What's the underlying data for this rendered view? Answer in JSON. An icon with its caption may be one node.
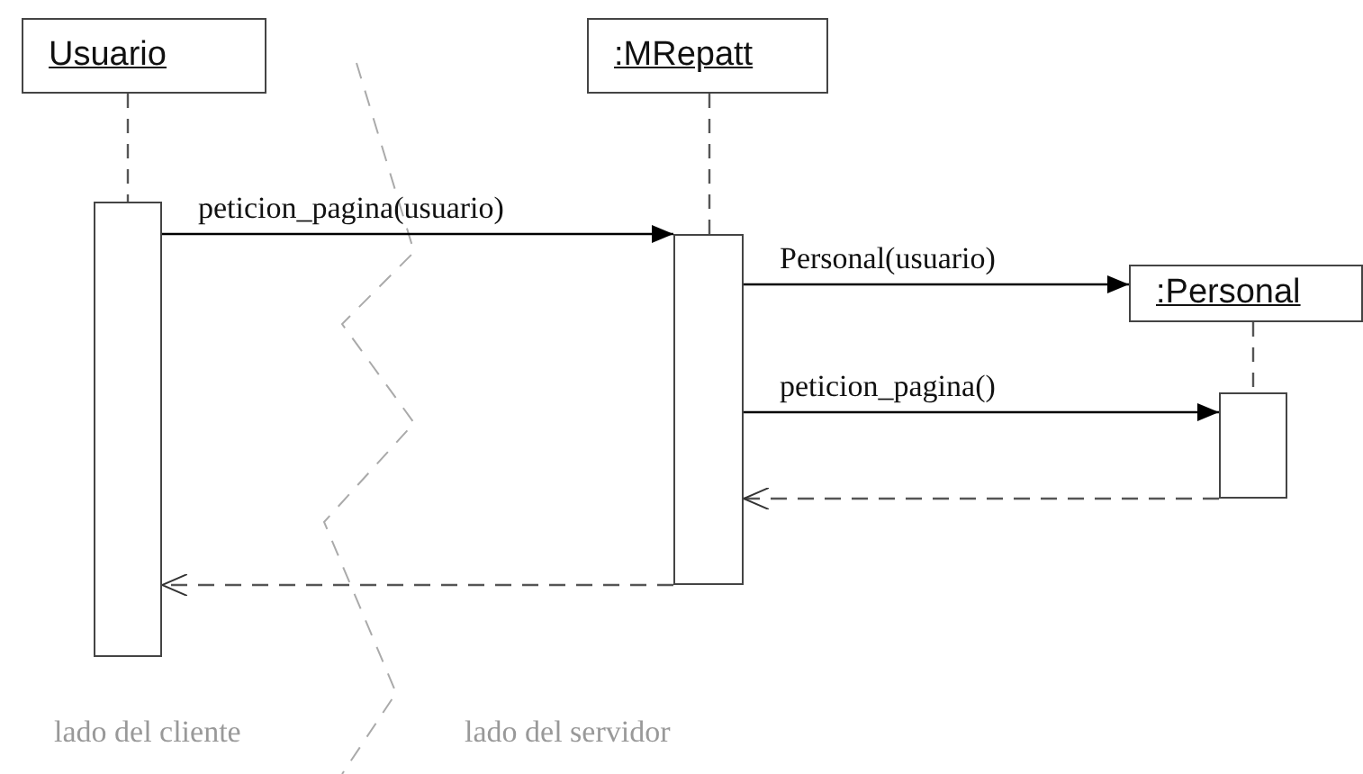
{
  "diagram": {
    "nodes": [
      {
        "text": [
          "Usuario"
        ]
      },
      {
        "text": [
          ":MRepatt"
        ]
      },
      {
        "text": [
          ":Personal"
        ]
      },
      {
        "text": [],
        "shape": "box"
      },
      {
        "text": [],
        "shape": "box"
      },
      {
        "text": [],
        "shape": "box"
      }
    ],
    "edges": [
      {
        "from": 0,
        "to": 3,
        "arrow": "none",
        "style": "dashed"
      },
      {
        "from": 1,
        "to": 4,
        "arrow": "none",
        "style": "dashed"
      },
      {
        "from": 2,
        "to": 5,
        "arrow": "none",
        "style": "dashed"
      },
      {
        "from": 3,
        "to": 4,
        "arrow": "to",
        "label": "peticion_pagina(usuario)"
      },
      {
        "from": 4,
        "to": 2,
        "arrow": "to",
        "label": "Personal(usuario)"
      },
      {
        "from": 4,
        "to": 5,
        "arrow": "to",
        "label": "peticion_pagina()"
      },
      {
        "from": 5,
        "to": 4,
        "arrow": "to",
        "style": "dashed"
      },
      {
        "from": 4,
        "to": 3,
        "arrow": "to",
        "style": "dashed"
      }
    ],
    "labels": [
      "lado del cliente",
      "lado del servidor"
    ]
  }
}
